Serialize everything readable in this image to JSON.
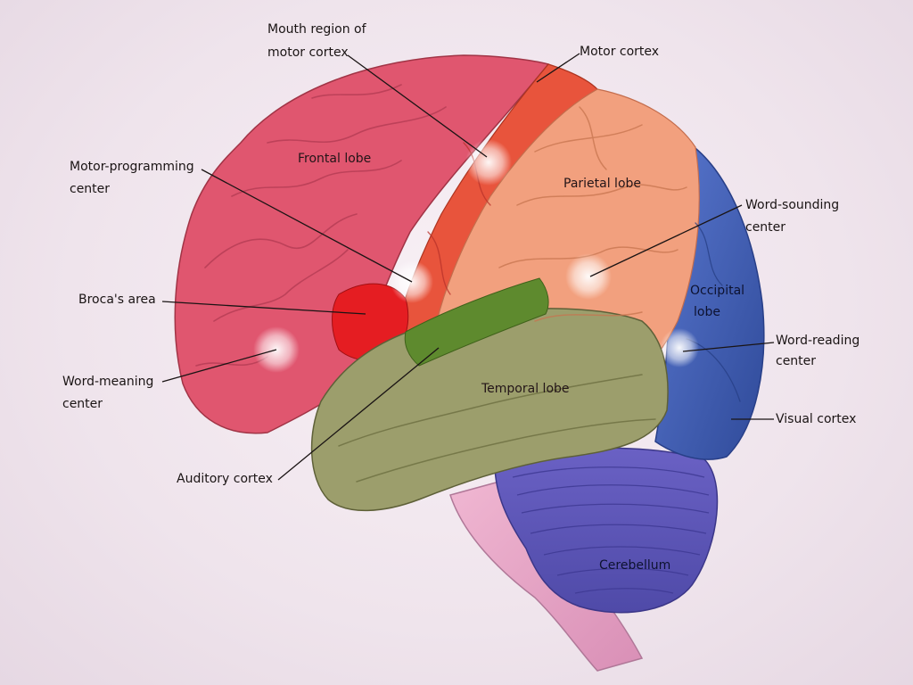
{
  "regions": {
    "frontal_lobe": "Frontal lobe",
    "parietal_lobe": "Parietal lobe",
    "occipital_lobe_line1": "Occipital",
    "occipital_lobe_line2": "lobe",
    "temporal_lobe": "Temporal lobe",
    "cerebellum": "Cerebellum"
  },
  "callouts": {
    "mouth_motor_line1": "Mouth region of",
    "mouth_motor_line2": "motor cortex",
    "motor_cortex": "Motor cortex",
    "motor_programming_line1": "Motor-programming",
    "motor_programming_line2": "center",
    "word_sounding_line1": "Word-sounding",
    "word_sounding_line2": "center",
    "brocas_area": "Broca's area",
    "word_reading_line1": "Word-reading",
    "word_reading_line2": "center",
    "word_meaning_line1": "Word-meaning",
    "word_meaning_line2": "center",
    "visual_cortex": "Visual cortex",
    "auditory_cortex": "Auditory cortex"
  },
  "colors": {
    "frontal": "#e0566f",
    "motor": "#e8543c",
    "parietal": "#f2a07e",
    "occipital": "#3f5fb6",
    "temporal": "#9c9e6c",
    "auditory": "#5e8a2e",
    "broca": "#e51d22",
    "cerebellum": "#6d66c6",
    "brainstem": "#e6a7c7"
  }
}
